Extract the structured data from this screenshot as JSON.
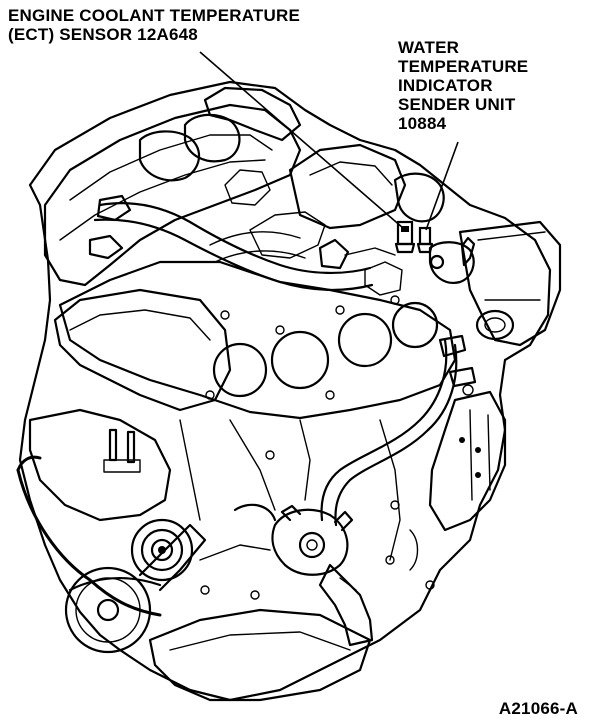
{
  "callouts": {
    "ect_sensor": {
      "line1": "ENGINE COOLANT TEMPERATURE",
      "line2": "(ECT) SENSOR 12A648"
    },
    "water_temp_sender": {
      "line1": "WATER",
      "line2": "TEMPERATURE",
      "line3": "INDICATOR",
      "line4": "SENDER UNIT",
      "line5": "10884"
    }
  },
  "figure_id": "A21066-A",
  "colors": {
    "ink": "#000000",
    "paper": "#ffffff"
  }
}
